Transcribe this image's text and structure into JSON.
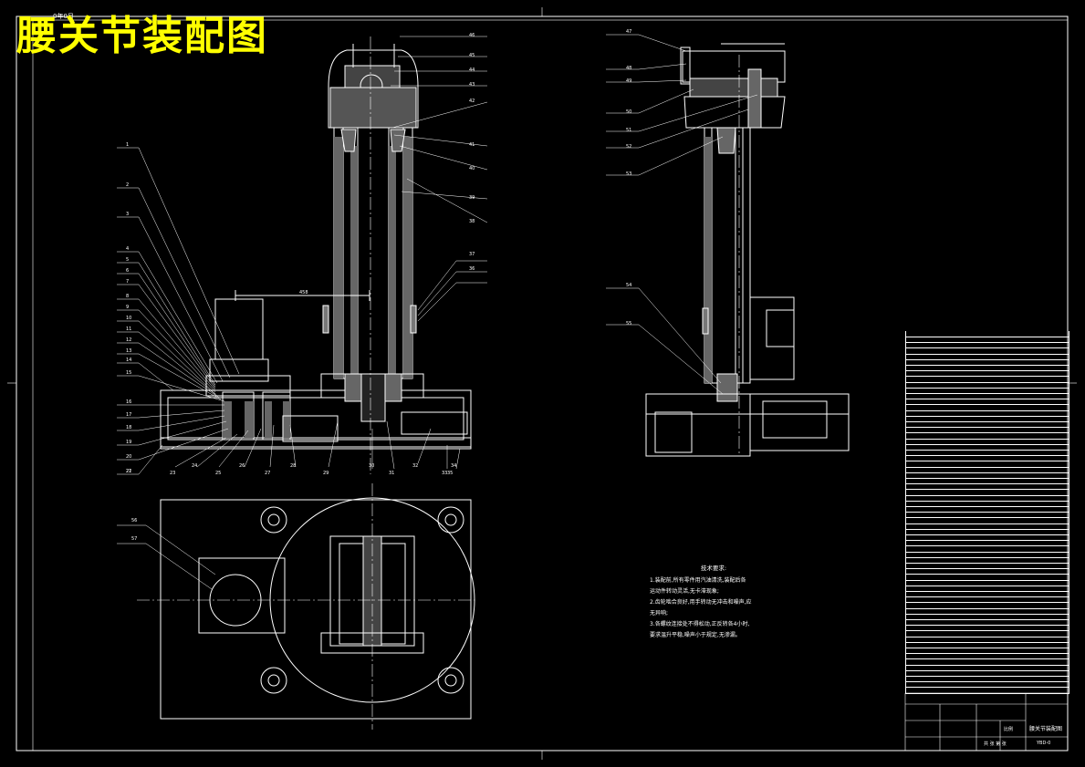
{
  "title": "腰关节装配图",
  "corner_tag": "0年0月",
  "dimension_label": "458",
  "callouts_left": [
    "1",
    "2",
    "3",
    "4",
    "5",
    "6",
    "7",
    "8",
    "9",
    "10",
    "11",
    "12",
    "13",
    "14",
    "15",
    "16",
    "17",
    "18",
    "19",
    "20",
    "21",
    "22"
  ],
  "callouts_bottom": [
    "23",
    "24",
    "25",
    "26",
    "27",
    "28",
    "29",
    "30",
    "31",
    "32",
    "33",
    "34",
    "35"
  ],
  "callouts_right": [
    "46",
    "45",
    "44",
    "43",
    "42",
    "41",
    "40",
    "39",
    "38",
    "37",
    "36"
  ],
  "callouts_side": [
    "47",
    "48",
    "49",
    "50",
    "51",
    "52",
    "53",
    "54",
    "55"
  ],
  "callouts_plan": [
    "56",
    "57"
  ],
  "tech_notes": {
    "heading": "技术要求:",
    "lines": [
      "1.装配前,所有零件用汽油清洗,装配后各",
      "  运动件转动灵活,无卡滞现象;",
      "2.齿轮啮合良好,用手转动无冲击和噪声,应",
      "  无异响;",
      "3.各螺纹连接处不得松动,正反转各4小时,",
      "  要求温升平稳,噪声小于规定,无渗漏。"
    ]
  },
  "title_block": {
    "drawing_name": "腰关节装配图",
    "drawing_number": "YBD-0",
    "scale_label": "比例",
    "sheet_label": "共 张 第 张"
  }
}
